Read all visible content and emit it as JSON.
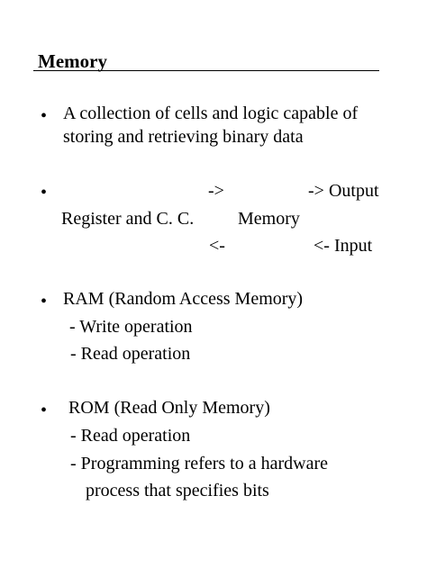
{
  "slide": {
    "title": "Memory",
    "bullet_glyph": "•",
    "item1": {
      "line1": "A collection of cells and logic capable of",
      "line2": "storing and retrieving binary data"
    },
    "item2": {
      "arrow_right_left": "->",
      "arrow_right_output": "-> Output",
      "register_label": "Register and C. C.",
      "memory_label": "Memory",
      "arrow_left_left": "<-",
      "arrow_left_input": "<- Input"
    },
    "item3": {
      "heading": "RAM (Random Access Memory)",
      "sub1": "- Write operation",
      "sub2": "-  Read operation"
    },
    "item4": {
      "heading": "ROM (Read Only Memory)",
      "sub1": "-  Read operation",
      "sub2": "-  Programming refers to a hardware",
      "sub2_cont": "process that specifies bits"
    }
  }
}
